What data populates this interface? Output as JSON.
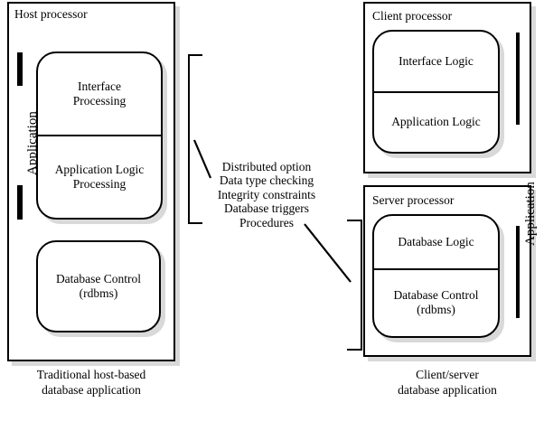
{
  "figure": {
    "type": "diagram",
    "title_left": "Host processor",
    "title_client": "Client processor",
    "title_server": "Server processor"
  },
  "host": {
    "frame_title": "Host processor",
    "application_label": "Application",
    "app_box": {
      "top_cell_line1": "Interface",
      "top_cell_line2": "Processing",
      "bottom_cell_line1": "Application Logic",
      "bottom_cell_line2": "Processing"
    },
    "db_box": {
      "line1": "Database Control",
      "line2": "(rdbms)"
    },
    "caption_line1": "Traditional host-based",
    "caption_line2": "database application"
  },
  "middle": {
    "callout_lines": [
      "Distributed option",
      "Data type checking",
      "Integrity constraints",
      "Database triggers",
      "Procedures"
    ]
  },
  "clientserver": {
    "client_frame_title": "Client processor",
    "server_frame_title": "Server processor",
    "application_label": "Application",
    "client_box": {
      "top_cell": "Interface Logic",
      "bottom_cell": "Application Logic"
    },
    "server_box": {
      "top_cell": "Database Logic",
      "bottom_cell_line1": "Database Control",
      "bottom_cell_line2": "(rdbms)"
    },
    "caption_line1": "Client/server",
    "caption_line2": "database application"
  },
  "colors": {
    "stroke": "#000000",
    "background": "#ffffff",
    "shadow": "#d9d9d9"
  }
}
